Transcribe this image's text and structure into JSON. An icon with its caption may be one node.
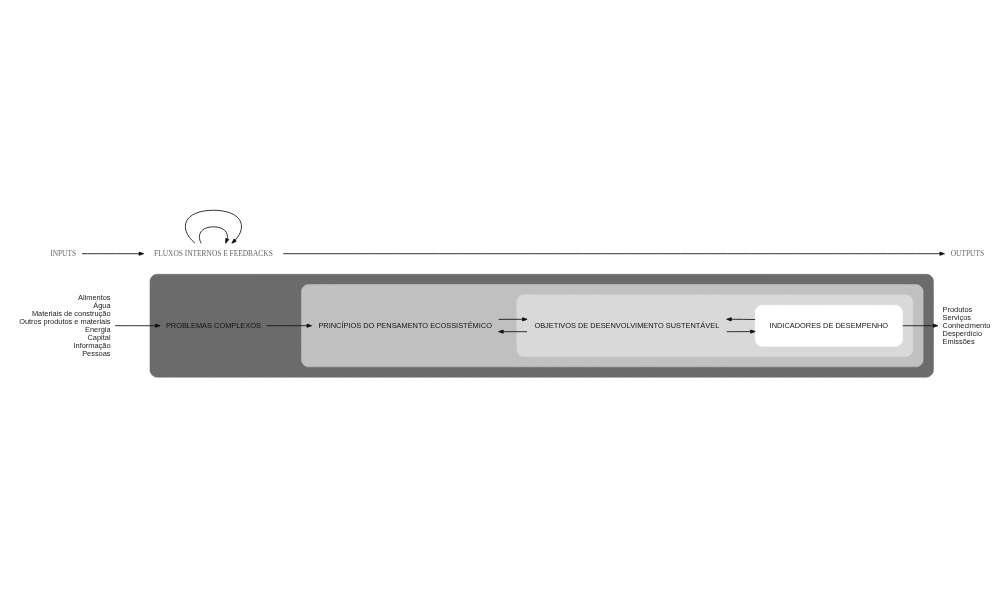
{
  "diagram": {
    "nodes": [
      {
        "text": [
          "INPUTS"
        ]
      },
      {
        "text": [
          "FLUXOS INTERNOS E FEEDBACKS"
        ]
      },
      {
        "text": [
          "OUTPUTS"
        ]
      },
      {
        "text": [
          "Alimentos",
          "Água",
          "Materiais de construção",
          "Outros produtos e materiais",
          "Energia",
          "Capital",
          "Informação",
          "Pessoas"
        ]
      },
      {
        "text": [
          "PROBLEMAS COMPLEXOS"
        ]
      },
      {
        "text": [
          "PRINCÍPIOS DO PENSAMENTO ECOSSISTÊMICO"
        ],
        "in": 4
      },
      {
        "text": [
          "OBJETIVOS DE DESENVOLVIMENTO SUSTENTÁVEL"
        ],
        "in": 5
      },
      {
        "text": [
          "INDICADORES DE DESEMPENHO"
        ],
        "in": 6
      },
      {
        "text": [
          "Produtos",
          "Serviços",
          "Conhecimento",
          "Desperdício",
          "Emissões"
        ]
      }
    ],
    "edges": [
      {
        "from": 0,
        "to": 1,
        "arrow": "to"
      },
      {
        "from": 1,
        "to": 1,
        "arrow": "to"
      },
      {
        "from": 1,
        "to": 1,
        "arrow": "to"
      },
      {
        "from": 1,
        "to": 2,
        "arrow": "to"
      },
      {
        "from": 3,
        "to": 4,
        "arrow": "to"
      },
      {
        "from": 4,
        "to": 5,
        "arrow": "to"
      },
      {
        "from": 5,
        "to": 6,
        "arrow": "to"
      },
      {
        "from": 6,
        "to": 5,
        "arrow": "to"
      },
      {
        "from": 6,
        "to": 7,
        "arrow": "to"
      },
      {
        "from": 7,
        "to": 6,
        "arrow": "to"
      },
      {
        "from": 7,
        "to": 8,
        "arrow": "to"
      }
    ]
  }
}
